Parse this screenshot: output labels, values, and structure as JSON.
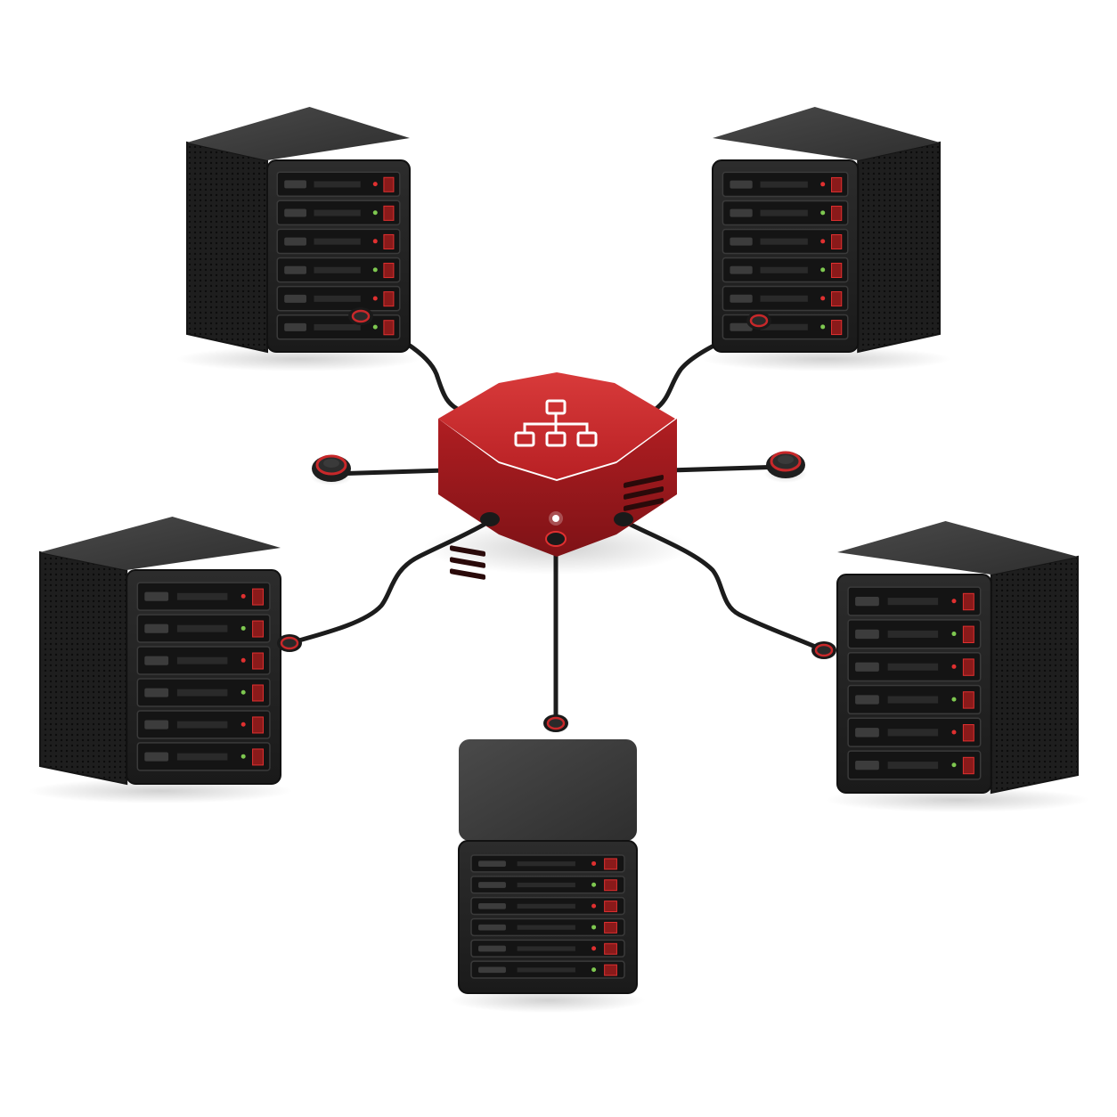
{
  "scene": {
    "background": "#ffffff",
    "hub": {
      "body_color": "#c8282a",
      "icon": "network-hierarchy-icon",
      "status_led": "#ffffff"
    },
    "server": {
      "body_color": "#242424",
      "drive_bays_per_server": 6,
      "led_green": "#7ec850",
      "led_red": "#e03030"
    },
    "servers": [
      {
        "id": "top-left"
      },
      {
        "id": "top-right"
      },
      {
        "id": "left"
      },
      {
        "id": "bottom"
      },
      {
        "id": "right"
      }
    ],
    "terminators": [
      {
        "id": "left"
      },
      {
        "id": "right"
      }
    ],
    "cable_color": "#1c1c1c"
  }
}
